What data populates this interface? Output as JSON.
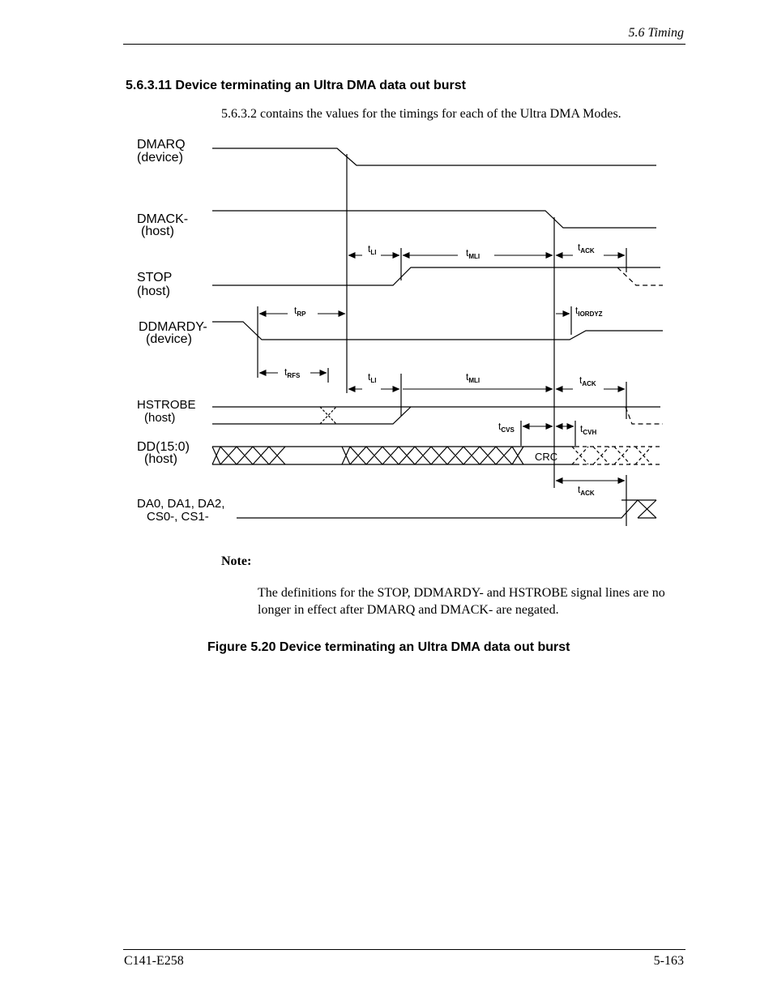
{
  "header": {
    "section": "5.6  Timing"
  },
  "section": {
    "title": "5.6.3.11  Device terminating an Ultra DMA data out burst"
  },
  "intro": "5.6.3.2 contains the values for the timings for each of the Ultra DMA Modes.",
  "signals": {
    "dmarq": "DMARQ",
    "dmarq_sub": "(device)",
    "dmack": "DMACK-",
    "dmack_sub": "(host)",
    "stop": "STOP",
    "stop_sub": "(host)",
    "ddmardy": "DDMARDY-",
    "ddmardy_sub": "(device)",
    "hstrobe": "HSTROBE",
    "hstrobe_sub": "(host)",
    "dd": "DD(15:0)",
    "dd_sub": "(host)",
    "da": "DA0, DA1, DA2,",
    "da_sub": "CS0-, CS1-"
  },
  "timings": {
    "t": "t",
    "li": "LI",
    "mli": "MLI",
    "ack": "ACK",
    "rp": "RP",
    "rfs": "RFS",
    "iordyz": "IORDYZ",
    "cvs": "CVS",
    "cvh": "CVH"
  },
  "crc_label": "CRC",
  "note": {
    "label": "Note:",
    "text": "The definitions for the STOP, DDMARDY- and HSTROBE signal lines are no longer in effect after DMARQ and DMACK- are negated."
  },
  "caption": "Figure 5.20  Device terminating an Ultra DMA data out burst",
  "footer": {
    "doc_id": "C141-E258",
    "page": "5-163"
  }
}
